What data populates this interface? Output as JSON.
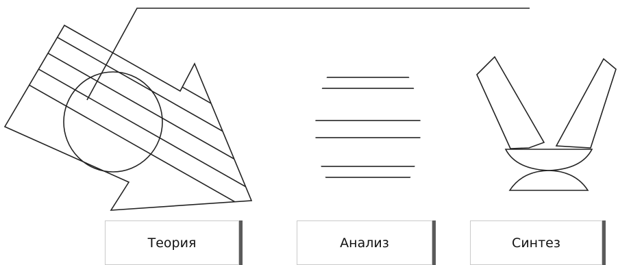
{
  "labels": {
    "theory": "Теория",
    "analysis": "Анализ",
    "synthesis": "Синтез"
  },
  "colors": {
    "stroke": "#222222",
    "background": "#ffffff",
    "box_border": "#c9c9c9",
    "box_shadow": "#5b5b5b"
  },
  "icons": [
    "striped-arrow-with-circle",
    "sliced-ellipse",
    "v-shape-on-stacked-lenses"
  ]
}
